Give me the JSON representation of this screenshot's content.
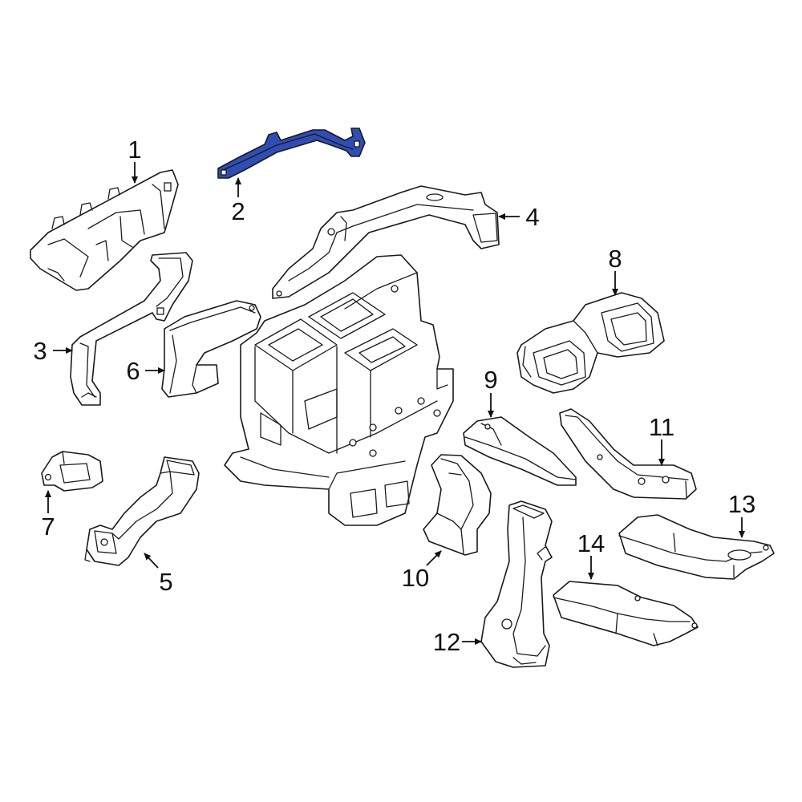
{
  "callouts": [
    "1",
    "2",
    "3",
    "4",
    "5",
    "6",
    "7",
    "8",
    "9",
    "10",
    "11",
    "12",
    "13",
    "14"
  ],
  "colors": {
    "highlight": "#2f4db5",
    "stroke": "#1a1a1a",
    "background": "#ffffff"
  }
}
